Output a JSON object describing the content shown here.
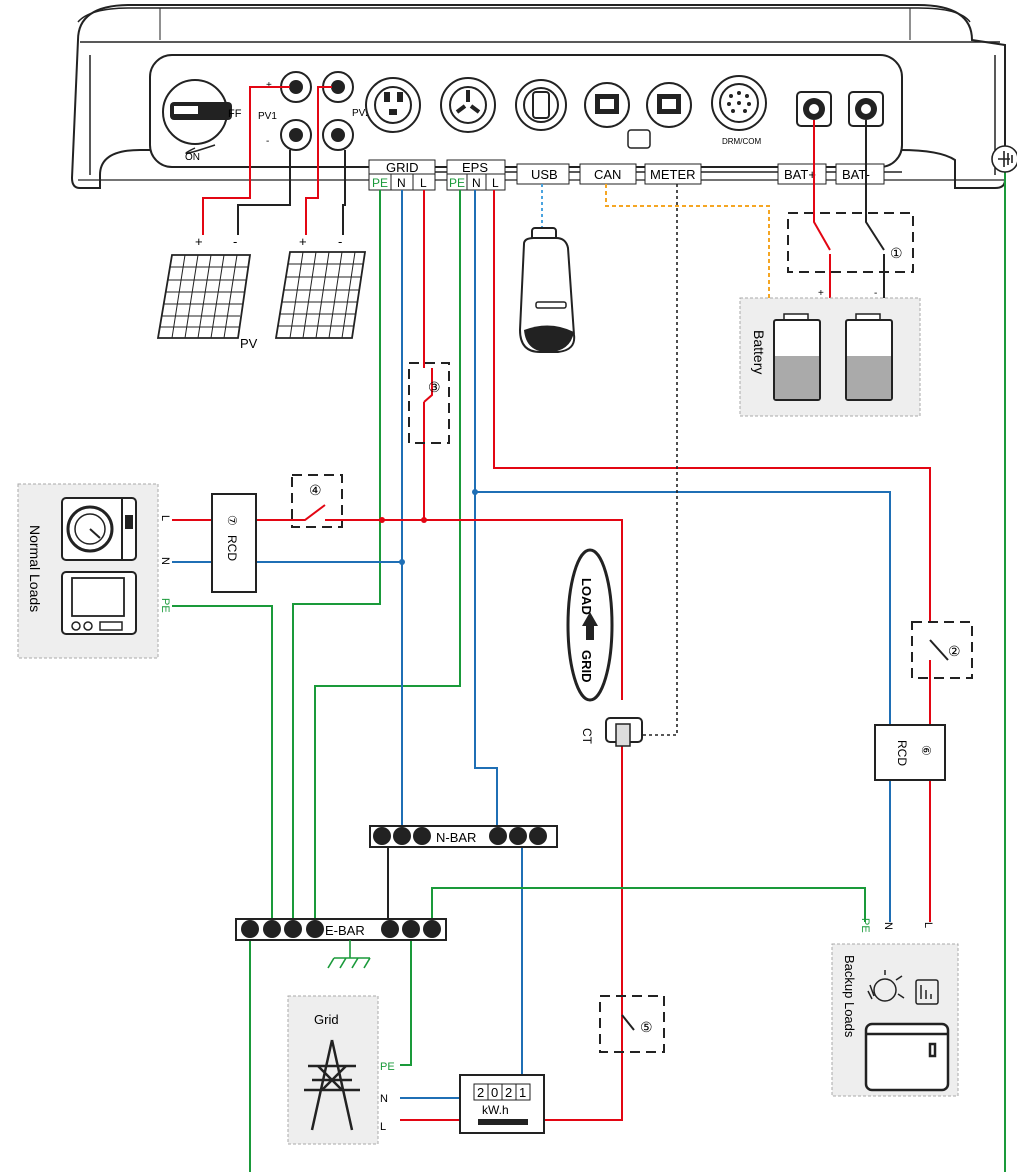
{
  "inverter": {
    "switch_off_text": "FF",
    "switch_on_text": "ON",
    "pv1": "PV1",
    "pv2": "PV2",
    "drm_com": "DRM/COM"
  },
  "ports": {
    "grid": "GRID",
    "eps": "EPS",
    "usb": "USB",
    "can": "CAN",
    "meter": "METER",
    "bat_plus": "BAT+",
    "bat_minus": "BAT-"
  },
  "terminals": {
    "pe": "PE",
    "n": "N",
    "l": "L"
  },
  "pv": {
    "label": "PV",
    "plus": "+",
    "minus": "-"
  },
  "battery": {
    "label": "Battery",
    "plus": "+",
    "minus": "-"
  },
  "switches": [
    "①",
    "②",
    "③",
    "④",
    "⑤"
  ],
  "rcd": {
    "label": "RCD",
    "normal_num": "⑦",
    "backup_num": "⑥"
  },
  "normal_loads": {
    "label": "Normal Loads",
    "l": "L",
    "n": "N",
    "pe": "PE"
  },
  "backup_loads": {
    "label": "Backup Loads",
    "pe": "PE",
    "n": "N",
    "l": "L"
  },
  "ct": {
    "label": "CT",
    "arrow_top": "LOAD",
    "arrow_bottom": "GRID"
  },
  "bars": {
    "n_bar": "N-BAR",
    "e_bar": "E-BAR"
  },
  "grid_box": {
    "label": "Grid",
    "pe": "PE",
    "n": "N",
    "l": "L"
  },
  "meter": {
    "digits": [
      "2",
      "0",
      "2",
      "1"
    ],
    "unit": "kW.h"
  },
  "colors": {
    "line": "#e30613",
    "neutral": "#1f6fb5",
    "earth": "#1a9a3a",
    "can": "#f5a623",
    "usb": "#4aa3df",
    "dark": "#222222"
  }
}
